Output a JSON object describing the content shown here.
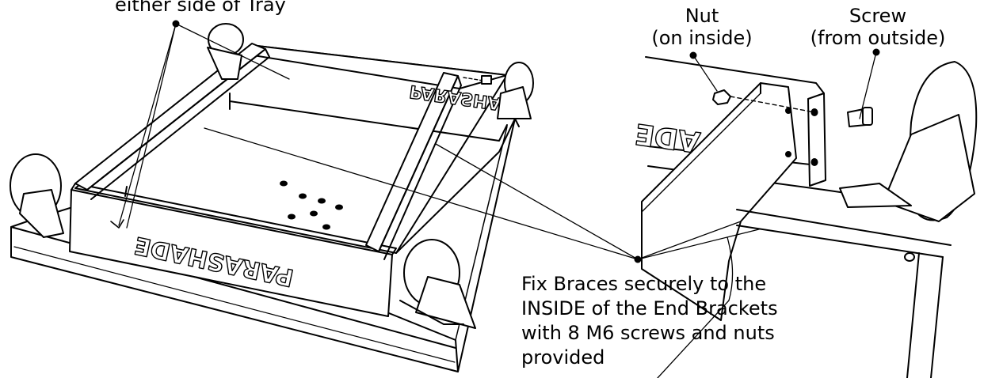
{
  "labels": {
    "top_left": "either side of Tray",
    "nut_line1": "Nut",
    "nut_line2": "(on inside)",
    "screw_line1": "Screw",
    "screw_line2": "(from outside)",
    "fix_line1": "Fix Braces securely to the",
    "fix_line2": "INSIDE of the End Brackets",
    "fix_line3": "with 8 M6 screws and nuts",
    "fix_line4": "provided"
  },
  "brand_text": {
    "tray_back": "PARASHADE",
    "tray_front": "PARASHADE",
    "detail_fragment": "ADE"
  },
  "colors": {
    "line": "#000000",
    "background": "#ffffff"
  }
}
